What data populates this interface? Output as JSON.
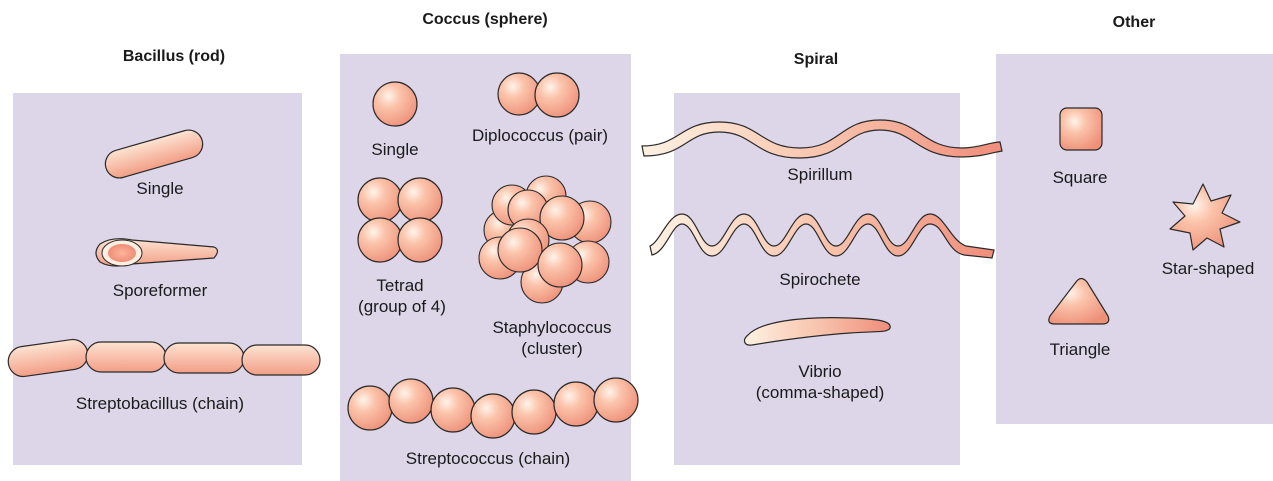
{
  "groups": {
    "bacillus": {
      "title": "Bacillus (rod)",
      "single": "Single",
      "sporeformer": "Sporeformer",
      "streptobacillus": "Streptobacillus (chain)"
    },
    "coccus": {
      "title": "Coccus (sphere)",
      "single": "Single",
      "diplococcus": "Diplococcus (pair)",
      "tetrad_line1": "Tetrad",
      "tetrad_line2": "(group of 4)",
      "staph_line1": "Staphylococcus",
      "staph_line2": "(cluster)",
      "streptococcus": "Streptococcus (chain)"
    },
    "spiral": {
      "title": "Spiral",
      "spirillum": "Spirillum",
      "spirochete": "Spirochete",
      "vibrio_line1": "Vibrio",
      "vibrio_line2": "(comma-shaped)"
    },
    "other": {
      "title": "Other",
      "square": "Square",
      "star": "Star-shaped",
      "triangle": "Triangle"
    }
  },
  "colors": {
    "panel": "#ddd6e8",
    "cell_fill": "#f6a98e",
    "cell_highlight": "#fde3d2",
    "outline": "#2a2a2a"
  }
}
